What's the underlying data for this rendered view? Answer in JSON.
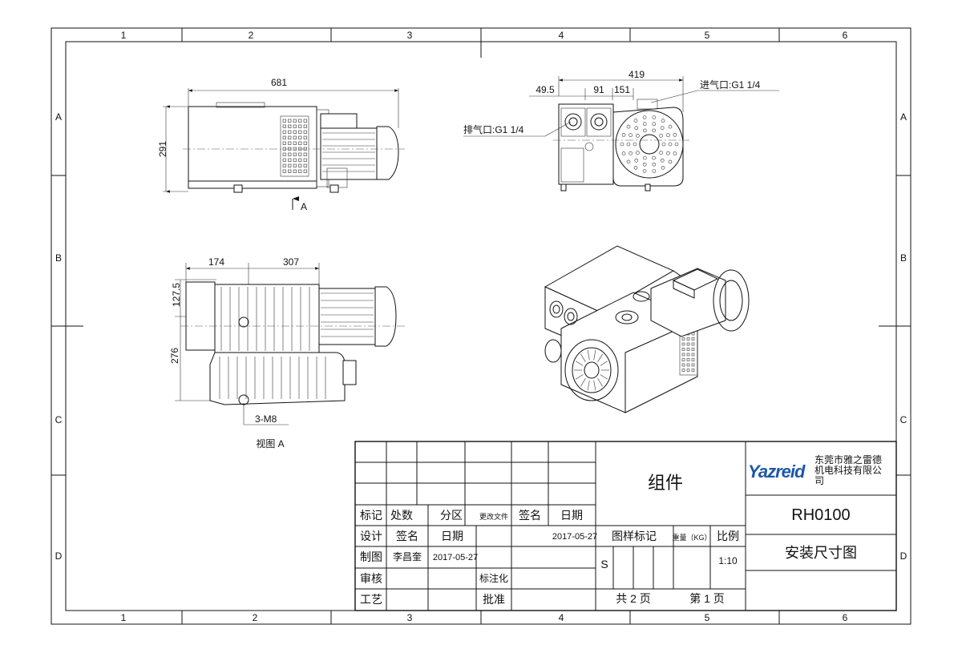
{
  "frame": {
    "columns": [
      "1",
      "2",
      "3",
      "4",
      "5",
      "6"
    ],
    "rows": [
      "A",
      "B",
      "C",
      "D"
    ]
  },
  "views": {
    "front": {
      "dim_width": "681",
      "dim_height": "291",
      "view_arrow": "A"
    },
    "side": {
      "dim_total": "419",
      "dim_a": "49.5",
      "dim_b": "91",
      "dim_c": "151",
      "inlet_label": "进气口:G1 1/4",
      "outlet_label": "排气口:G1 1/4"
    },
    "bottom": {
      "dim_a": "174",
      "dim_b": "307",
      "dim_v1": "127.5",
      "dim_v2": "276",
      "mount_label": "3-M8",
      "caption": "视图 A"
    }
  },
  "title_block": {
    "rev_headers": [
      "标记",
      "处数",
      "分区",
      "更改文件",
      "签名",
      "日期"
    ],
    "design": "设计",
    "sig_label": "签名",
    "date_label": "日期",
    "design_date": "2017-05-27",
    "drawn": "制图",
    "drafter": "李昌奎",
    "drawn_date": "2017-05-27",
    "review": "审核",
    "standard": "标注化",
    "process": "工艺",
    "approve": "批准",
    "pattern_mark": "图样标记",
    "weight": "重量（KG）",
    "scale_label": "比例",
    "stage_mark": "S",
    "scale_value": "1:10",
    "assembly": "组件",
    "sheets_total": "共 2 页",
    "sheet_no": "第 1 页",
    "logo": "Yazreid",
    "company_line1": "东莞市雅之雷德",
    "company_line2": "机电科技有限公",
    "company_line3": "司",
    "model": "RH0100",
    "drawing_title": "安装尺寸图"
  },
  "colors": {
    "logo": "#1d57a8",
    "line": "#111111"
  }
}
